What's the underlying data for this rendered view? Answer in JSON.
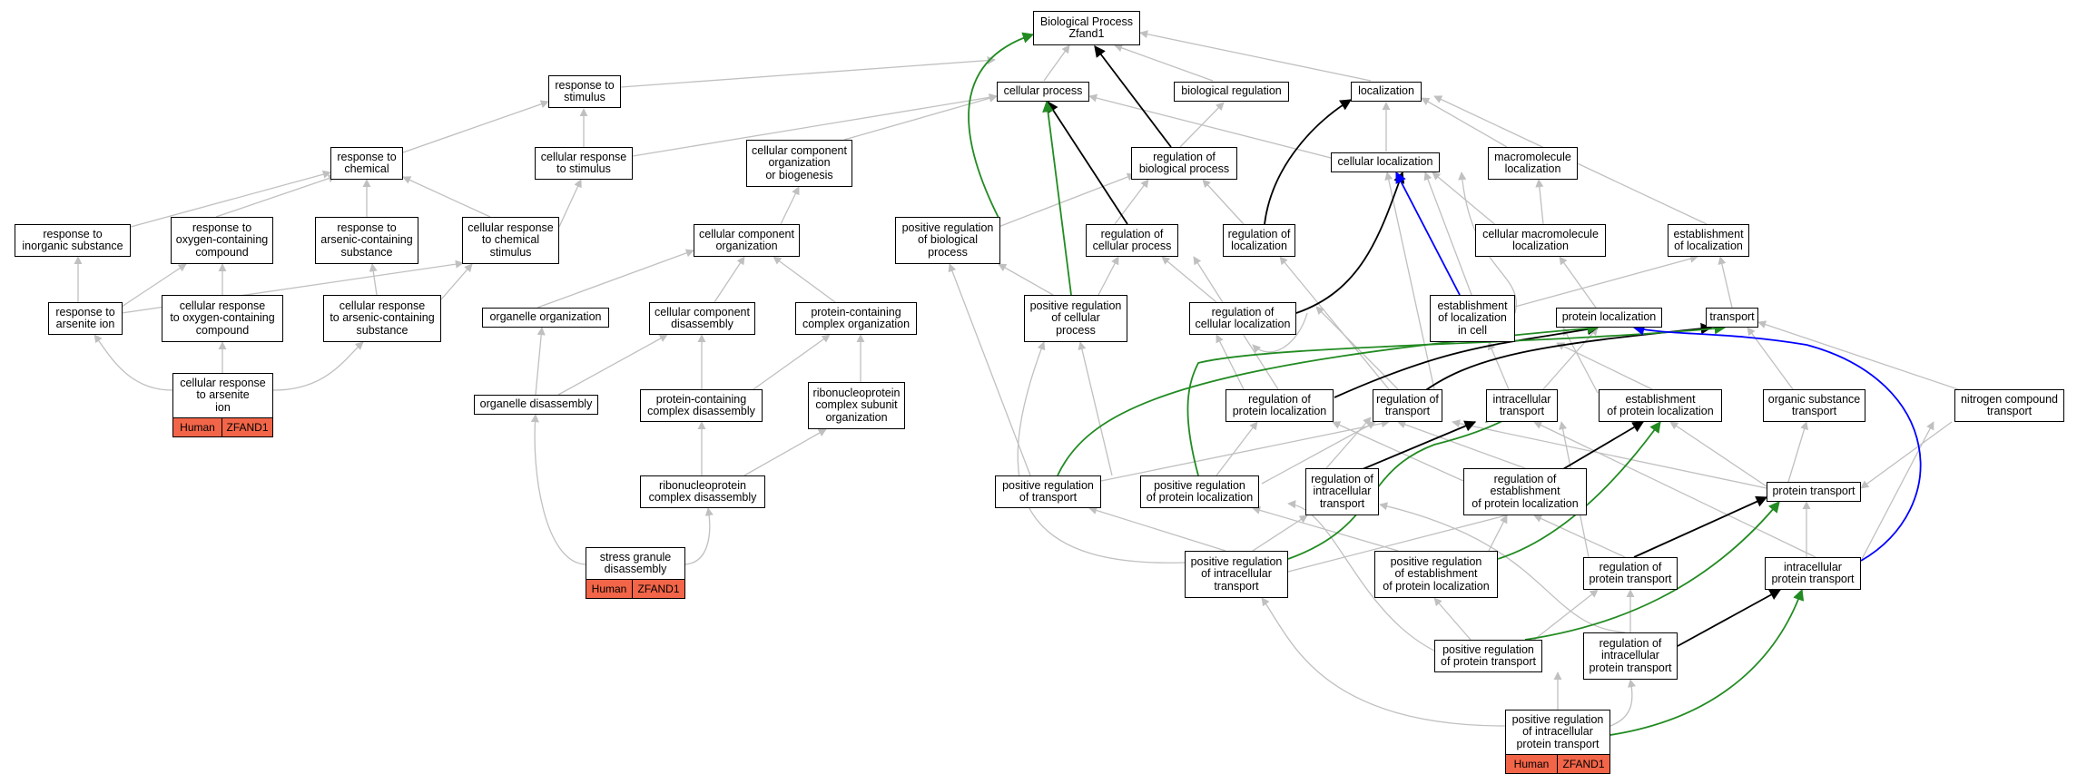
{
  "colors": {
    "edge_default": "#c0c0c0",
    "edge_black": "#000000",
    "edge_green": "#228b22",
    "edge_blue": "#0000ff",
    "annotation_fill": "#f26548"
  },
  "nodes": {
    "root": "Biological Process\nZfand1",
    "response_to_stimulus": "response to\nstimulus",
    "cellular_process": "cellular process",
    "biological_regulation": "biological regulation",
    "localization": "localization",
    "response_to_chemical": "response to\nchemical",
    "cellular_response_to_stimulus": "cellular response\nto stimulus",
    "cc_org_or_biogenesis": "cellular component\norganization\nor biogenesis",
    "regulation_of_biological_process": "regulation of\nbiological process",
    "cellular_localization": "cellular localization",
    "macromolecule_localization": "macromolecule\nlocalization",
    "response_to_inorganic_substance": "response to\ninorganic substance",
    "response_to_oxygen_containing_compound": "response to\noxygen-containing\ncompound",
    "response_to_arsenic_containing_substance": "response to\narsenic-containing\nsubstance",
    "cellular_response_to_chemical_stimulus": "cellular response\nto chemical\nstimulus",
    "cellular_component_organization": "cellular component\norganization",
    "positive_regulation_of_biological_process": "positive regulation\nof biological\nprocess",
    "regulation_of_cellular_process": "regulation of\ncellular process",
    "regulation_of_localization": "regulation of\nlocalization",
    "cellular_macromolecule_localization": "cellular macromolecule\nlocalization",
    "establishment_of_localization": "establishment\nof localization",
    "response_to_arsenite_ion": "response to\narsenite ion",
    "cellular_response_to_oxygen_containing_compound": "cellular response\nto oxygen-containing\ncompound",
    "cellular_response_to_arsenic_containing_substance": "cellular response\nto arsenic-containing\nsubstance",
    "organelle_organization": "organelle organization",
    "cellular_component_disassembly": "cellular component\ndisassembly",
    "protein_containing_complex_organization": "protein-containing\ncomplex organization",
    "positive_regulation_of_cellular_process": "positive regulation\nof cellular\nprocess",
    "regulation_of_cellular_localization": "regulation of\ncellular localization",
    "establishment_of_localization_in_cell": "establishment\nof localization\nin cell",
    "protein_localization": "protein localization",
    "transport": "transport",
    "cellular_response_to_arsenite_ion": "cellular response\nto arsenite\nion",
    "organelle_disassembly": "organelle disassembly",
    "protein_containing_complex_disassembly": "protein-containing\ncomplex disassembly",
    "ribonucleoprotein_complex_subunit_organization": "ribonucleoprotein\ncomplex subunit\norganization",
    "regulation_of_protein_localization": "regulation of\nprotein localization",
    "regulation_of_transport": "regulation of\ntransport",
    "intracellular_transport": "intracellular\ntransport",
    "establishment_of_protein_localization": "establishment\nof protein localization",
    "organic_substance_transport": "organic substance\ntransport",
    "nitrogen_compound_transport": "nitrogen compound\ntransport",
    "ribonucleoprotein_complex_disassembly": "ribonucleoprotein\ncomplex disassembly",
    "positive_regulation_of_transport": "positive regulation\nof transport",
    "positive_regulation_of_protein_localization": "positive regulation\nof protein localization",
    "regulation_of_intracellular_transport": "regulation of\nintracellular\ntransport",
    "regulation_of_establishment_of_protein_localization": "regulation of\nestablishment\nof protein localization",
    "protein_transport": "protein transport",
    "stress_granule_disassembly": "stress granule\ndisassembly",
    "positive_regulation_of_intracellular_transport": "positive regulation\nof intracellular\ntransport",
    "positive_regulation_of_establishment_of_protein_localization": "positive regulation\nof establishment\nof protein localization",
    "regulation_of_protein_transport": "regulation of\nprotein transport",
    "intracellular_protein_transport": "intracellular\nprotein transport",
    "positive_regulation_of_protein_transport": "positive regulation\nof protein transport",
    "regulation_of_intracellular_protein_transport": "regulation of\nintracellular\nprotein transport",
    "positive_regulation_of_intracellular_protein_transport": "positive regulation\nof intracellular\nprotein transport"
  },
  "annotations": {
    "species": "Human",
    "gene": "ZFAND1"
  }
}
